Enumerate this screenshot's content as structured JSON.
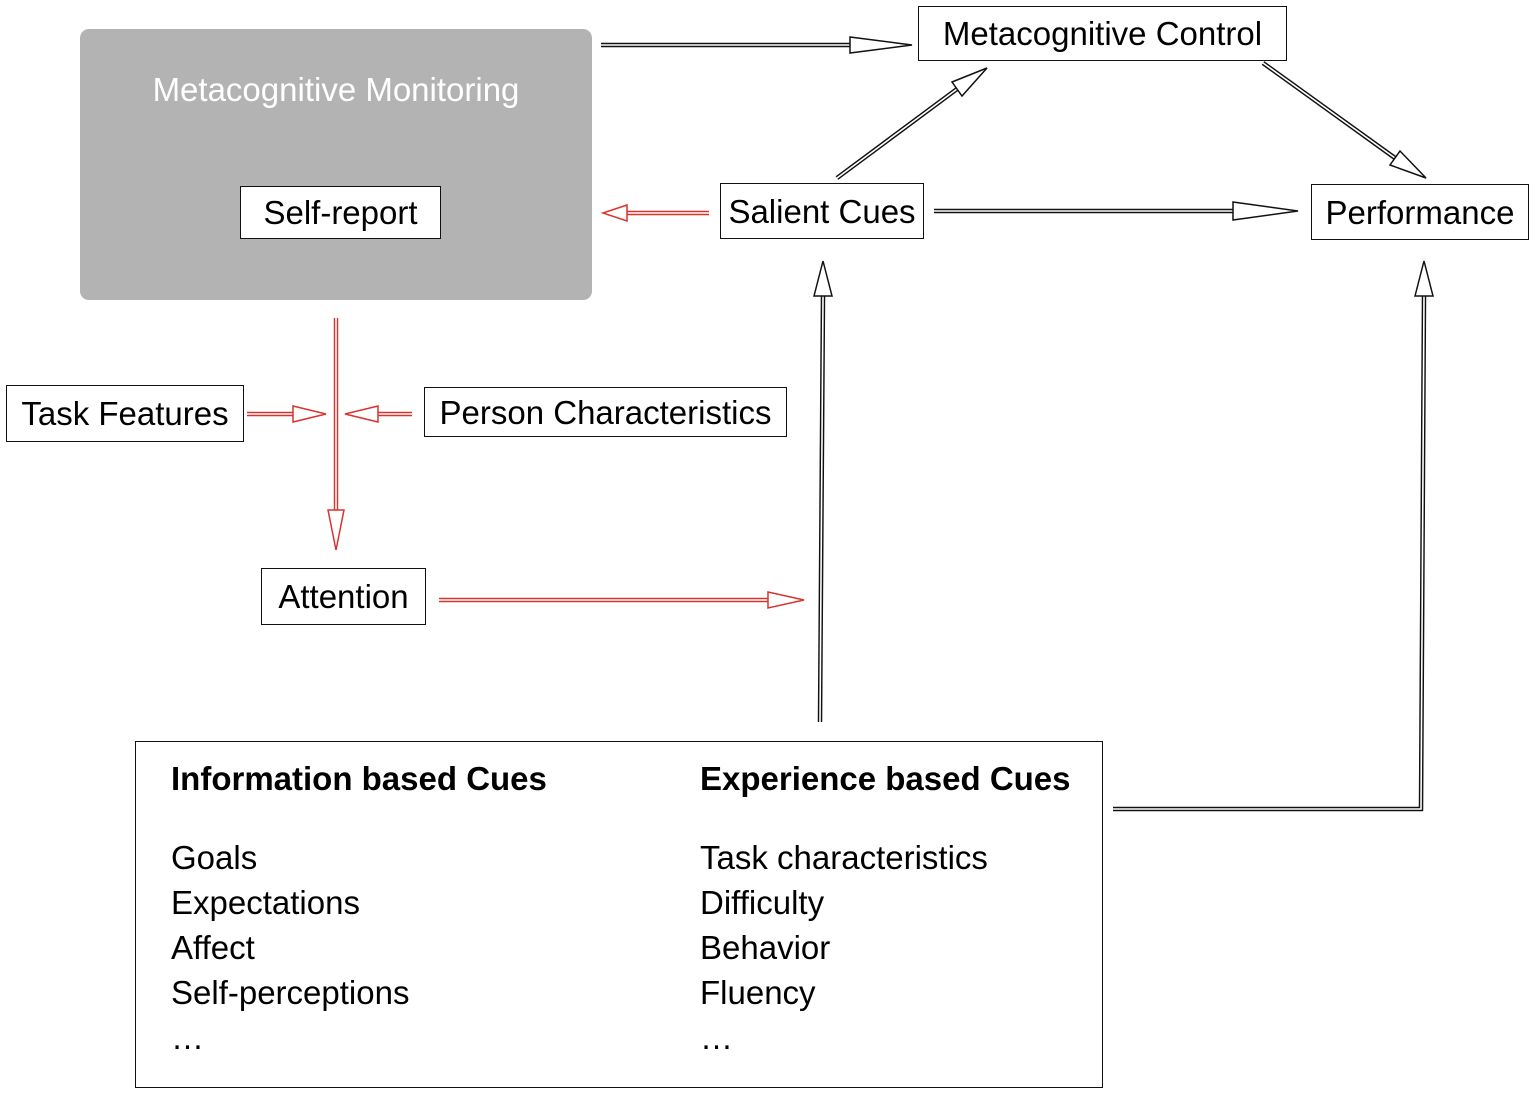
{
  "colors": {
    "black_arrow": "#111111",
    "red_arrow": "#d9332f",
    "monitor_fill": "#b3b3b3",
    "monitor_title": "#ffffff"
  },
  "monitoring": {
    "title": "Metacognitive Monitoring",
    "self_report": "Self-report"
  },
  "nodes": {
    "control": "Metacognitive Control",
    "salient_cues": "Salient Cues",
    "performance": "Performance",
    "task_features": "Task Features",
    "person_characteristics": "Person Characteristics",
    "attention": "Attention"
  },
  "cues": {
    "information": {
      "heading": "Information based Cues",
      "items": [
        "Goals",
        "Expectations",
        "Affect",
        "Self-perceptions",
        "…"
      ]
    },
    "experience": {
      "heading": "Experience based Cues",
      "items": [
        "Task characteristics",
        "Difficulty",
        "Behavior",
        "Fluency",
        "…"
      ]
    }
  }
}
